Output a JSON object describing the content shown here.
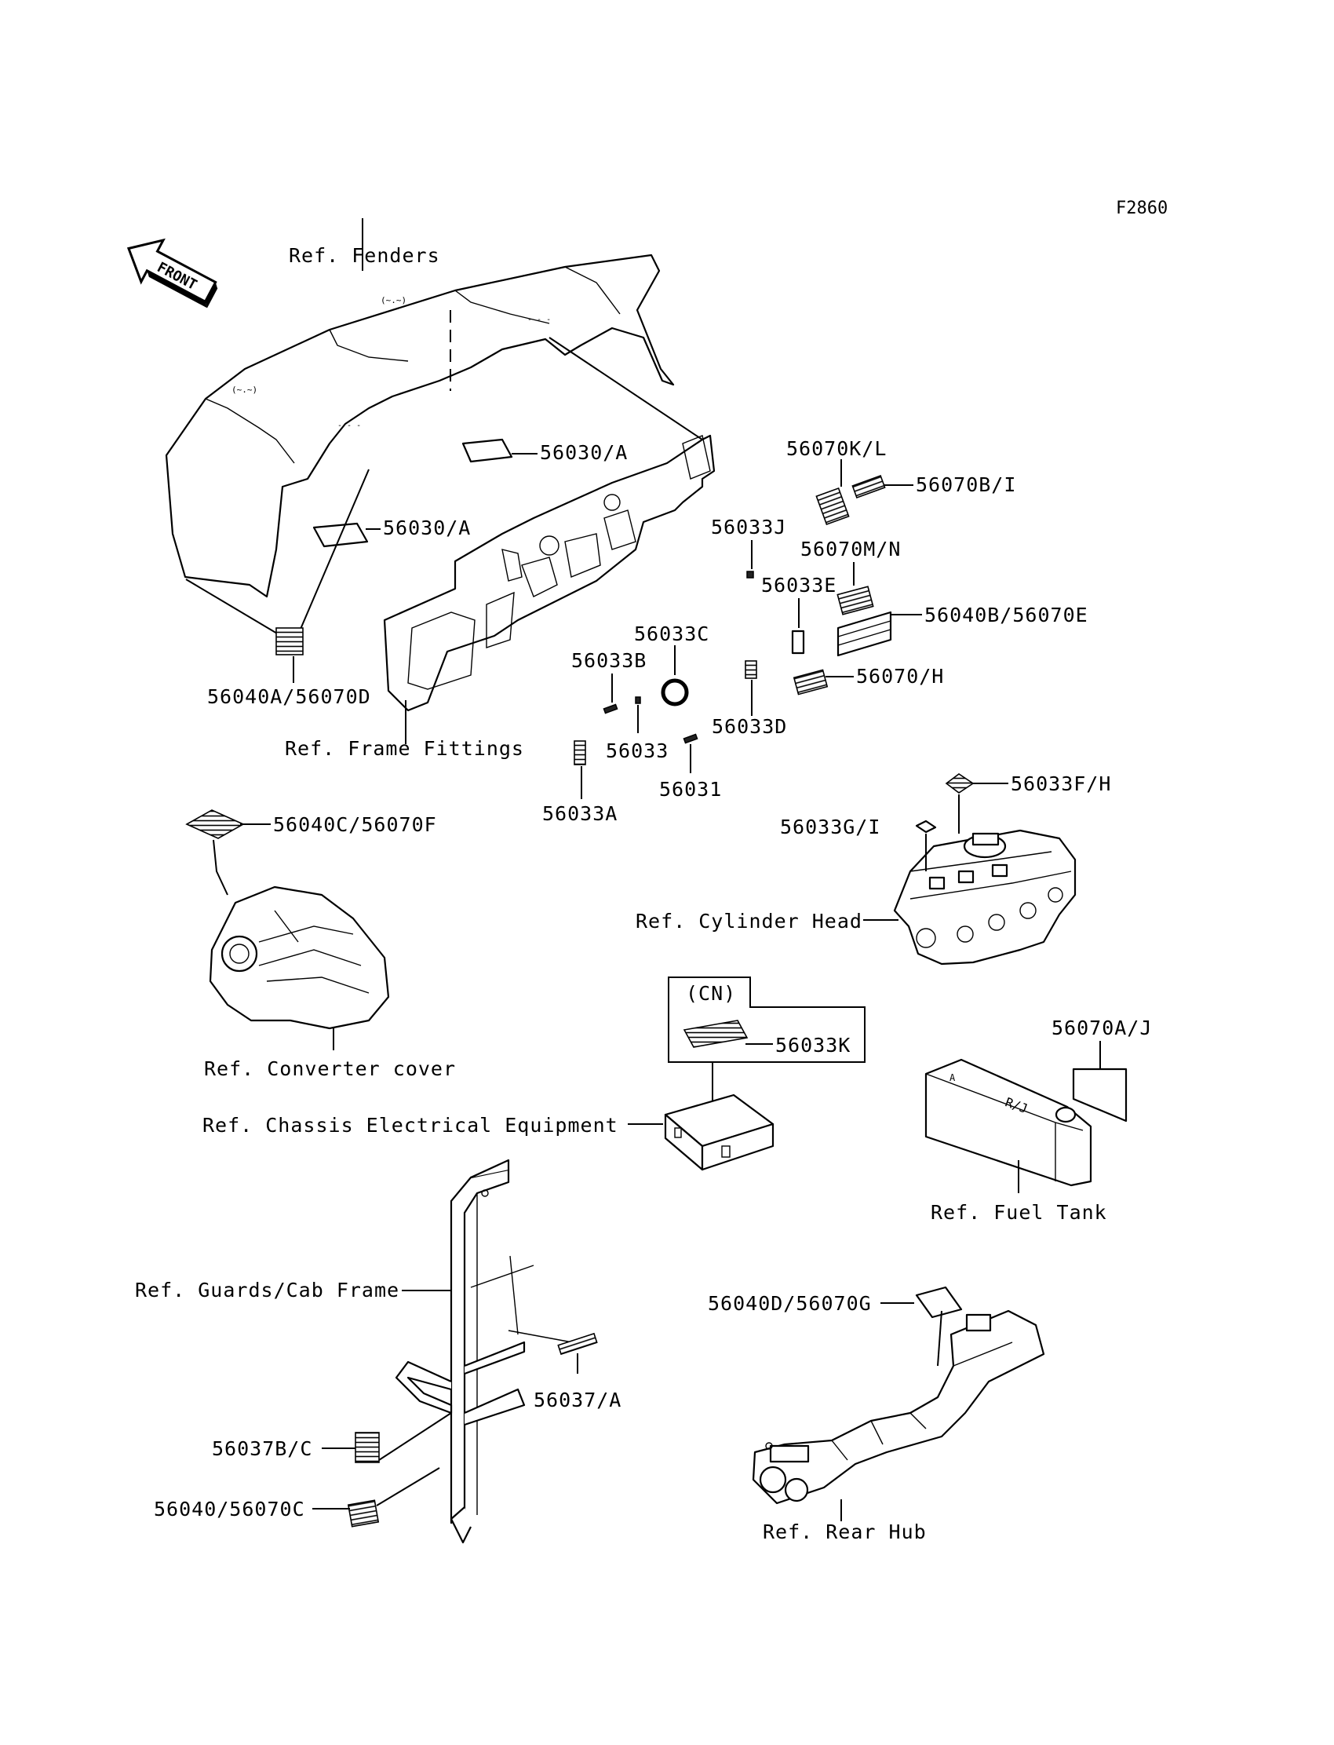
{
  "figure_code": "F2860",
  "front_arrow": "FRONT",
  "refs": {
    "fenders": "Ref. Fenders",
    "frame_fittings": "Ref. Frame Fittings",
    "cylinder_head": "Ref. Cylinder Head",
    "converter_cover": "Ref. Converter cover",
    "chassis_electrical": "Ref. Chassis Electrical Equipment",
    "fuel_tank": "Ref. Fuel Tank",
    "guards_cab_frame": "Ref. Guards/Cab Frame",
    "rear_hub": "Ref. Rear Hub"
  },
  "cn_box": "(CN)",
  "parts": {
    "p56030a_top": "56030/A",
    "p56030a_left": "56030/A",
    "p56040a": "56040A/56070D",
    "p56070kl": "56070K/L",
    "p56070bi": "56070B/I",
    "p56033j": "56033J",
    "p56070mn": "56070M/N",
    "p56033e": "56033E",
    "p56040b": "56040B/56070E",
    "p56033c": "56033C",
    "p56033b": "56033B",
    "p56070h": "56070/H",
    "p56033d": "56033D",
    "p56033": "56033",
    "p56031": "56031",
    "p56033a": "56033A",
    "p56033fh": "56033F/H",
    "p56033gi": "56033G/I",
    "p56040c": "56040C/56070F",
    "p56033k": "56033K",
    "p56070aj": "56070A/J",
    "p56040d": "56040D/56070G",
    "p56037a": "56037/A",
    "p56037bc": "56037B/C",
    "p56040": "56040/56070C"
  }
}
